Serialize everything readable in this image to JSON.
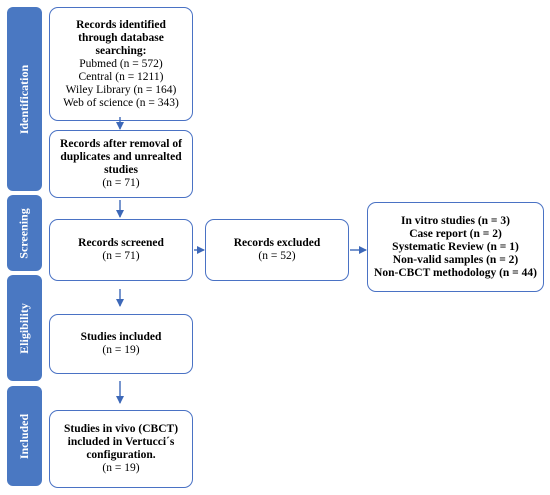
{
  "stages": {
    "identification": "Identification",
    "screening": "Screening",
    "eligibility": "Eligibility",
    "included": "Included"
  },
  "boxes": {
    "identified": {
      "title_lines": [
        "Records identified",
        "through database",
        "searching:"
      ],
      "lines": [
        "Pubmed (n = 572)",
        "Central (n = 1211)",
        "Wiley Library (n = 164)",
        "Web of science (n = 343)"
      ]
    },
    "after_duplicates": {
      "title_lines": [
        "Records after removal of",
        "duplicates and unrealted",
        "studies"
      ],
      "count": "(n = 71)"
    },
    "screened": {
      "title": "Records screened",
      "count": "(n = 71)"
    },
    "excluded": {
      "title": "Records excluded",
      "count": "(n = 52)"
    },
    "exclusion_reasons": [
      "In vitro studies (n = 3)",
      "Case report (n = 2)",
      "Systematic Review (n = 1)",
      "Non-valid samples (n = 2)",
      "Non-CBCT methodology (n = 44)"
    ],
    "studies_included": {
      "title": "Studies included",
      "count": "(n = 19)"
    },
    "final": {
      "title_lines": [
        "Studies in vivo (CBCT)",
        "included in Vertucci´s",
        "configuration."
      ],
      "count": "(n = 19)"
    }
  },
  "colors": {
    "stage_fill": "#4a78c2",
    "box_border": "#4a72c4",
    "arrow": "#3d68b8"
  }
}
